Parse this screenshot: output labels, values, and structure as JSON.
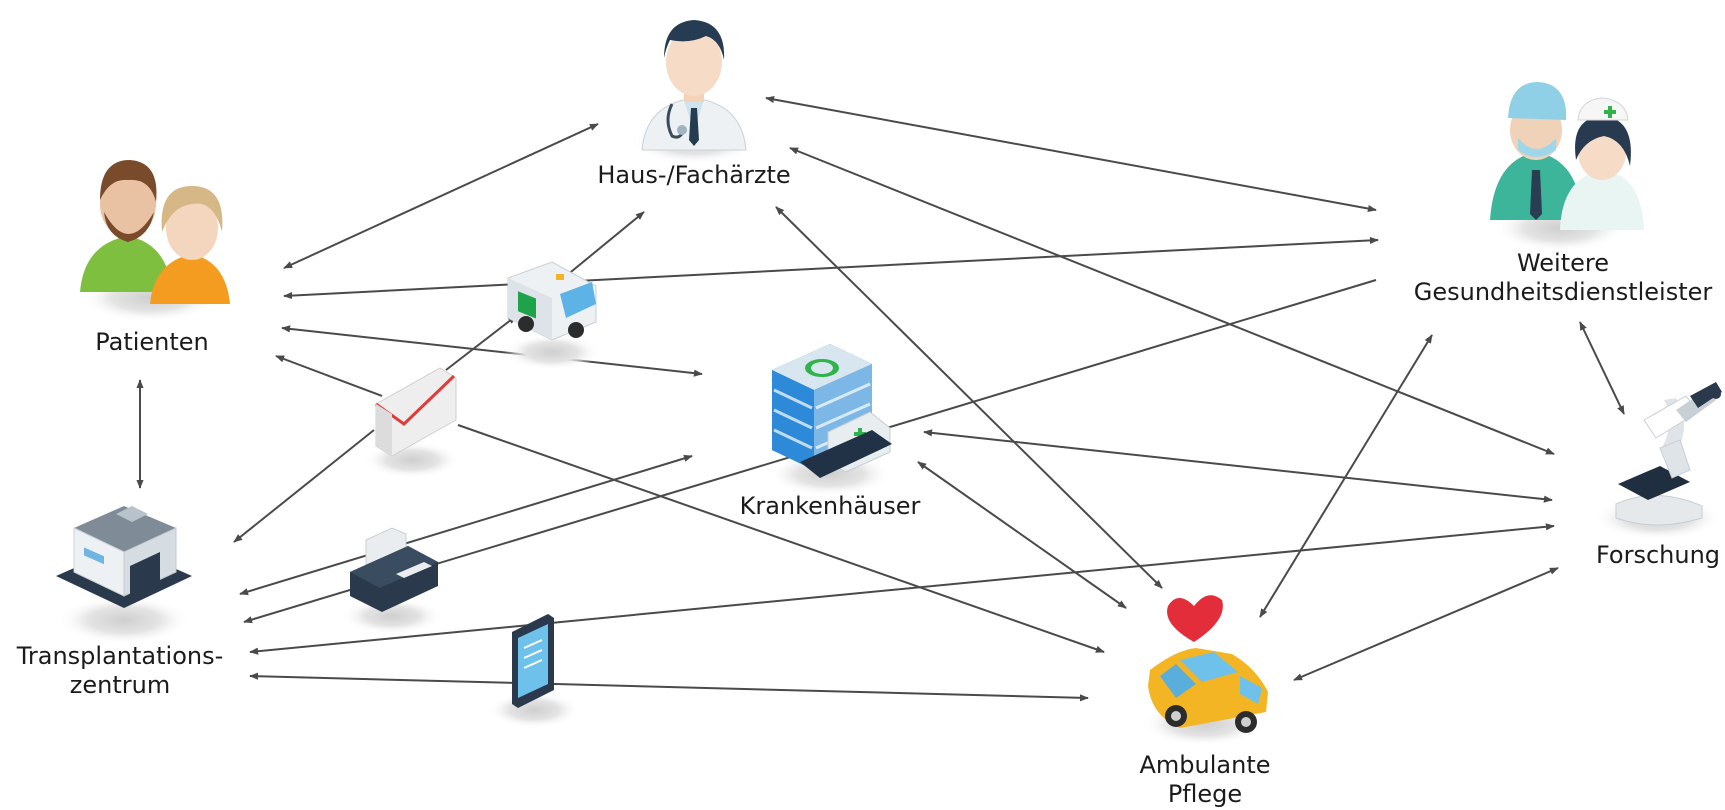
{
  "nodes": {
    "doctors": {
      "label": "Haus-/Fachärzte",
      "icon": "doctor-icon"
    },
    "patients": {
      "label": "Patienten",
      "icon": "patients-icon"
    },
    "providers": {
      "line1": "Weitere",
      "line2": "Gesundheitsdienstleister",
      "icon": "medical-staff-icon"
    },
    "hospitals": {
      "label": "Krankenhäuser",
      "icon": "hospital-icon"
    },
    "research": {
      "label": "Forschung",
      "icon": "microscope-icon"
    },
    "transplant": {
      "line1": "Transplantations-",
      "line2": "zentrum",
      "icon": "transplant-center-icon"
    },
    "care": {
      "line1": "Ambulante",
      "line2": "Pflege",
      "icon": "care-car-icon"
    }
  },
  "media": [
    "ambulance-icon",
    "letter-icon",
    "fax-icon",
    "smartphone-icon"
  ],
  "colors": {
    "arrow": "#4a4a4a",
    "text": "#1b1b1b",
    "shadow": "#d9d9d9"
  }
}
